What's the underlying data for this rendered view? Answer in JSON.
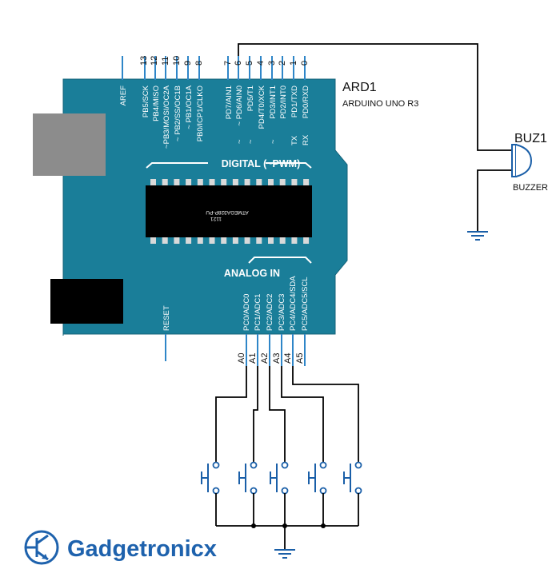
{
  "board": {
    "ref": "ARD1",
    "model": "ARDUINO UNO R3",
    "digital_header": "DIGITAL (~PWM)",
    "analog_header": "ANALOG IN",
    "chip_name": "ATMEGA328P-PU",
    "chip_code": "1121",
    "reset_label": "RESET",
    "aref_label": "AREF",
    "digital_pins": [
      {
        "num": "13",
        "label": "PB5/SCK"
      },
      {
        "num": "12",
        "label": "PB4/MISO"
      },
      {
        "num": "11",
        "label": "~PB3/MOSI/OC2A"
      },
      {
        "num": "10",
        "label": "~ PB2/SS/OC1B"
      },
      {
        "num": "9",
        "label": "~ PB1/OC1A"
      },
      {
        "num": "8",
        "label": "PB0/ICP1/CLKO"
      },
      {
        "num": "7",
        "label": "PD7/AIN1"
      },
      {
        "num": "6",
        "label": "~ PD6/AIN0"
      },
      {
        "num": "5",
        "label": "PD5/T1"
      },
      {
        "num": "4",
        "label": "PD4/T0/XCK"
      },
      {
        "num": "3",
        "label": "PD3/INT1"
      },
      {
        "num": "2",
        "label": "PD2/INT0"
      },
      {
        "num": "1",
        "label": "PD1/TXD"
      },
      {
        "num": "0",
        "label": "PD0/RXD"
      }
    ],
    "pwm_marks": [
      "~",
      "~",
      "~"
    ],
    "serial_marks": [
      "TX",
      "RX"
    ],
    "analog_pins": [
      {
        "num": "A0",
        "label": "PC0/ADC0"
      },
      {
        "num": "A1",
        "label": "PC1/ADC1"
      },
      {
        "num": "A2",
        "label": "PC2/ADC2"
      },
      {
        "num": "A3",
        "label": "PC3/ADC3"
      },
      {
        "num": "A4",
        "label": "PC4/ADC4/SDA"
      },
      {
        "num": "A5",
        "label": "PC5/ADC5/SCL"
      }
    ]
  },
  "buzzer": {
    "ref": "BUZ1",
    "type": "BUZZER"
  },
  "brand": {
    "name": "Gadgetronicx"
  },
  "colors": {
    "board": "#1a7e99",
    "wire": "#000000",
    "pin": "#2f86c8",
    "brand": "#1e62ad"
  }
}
